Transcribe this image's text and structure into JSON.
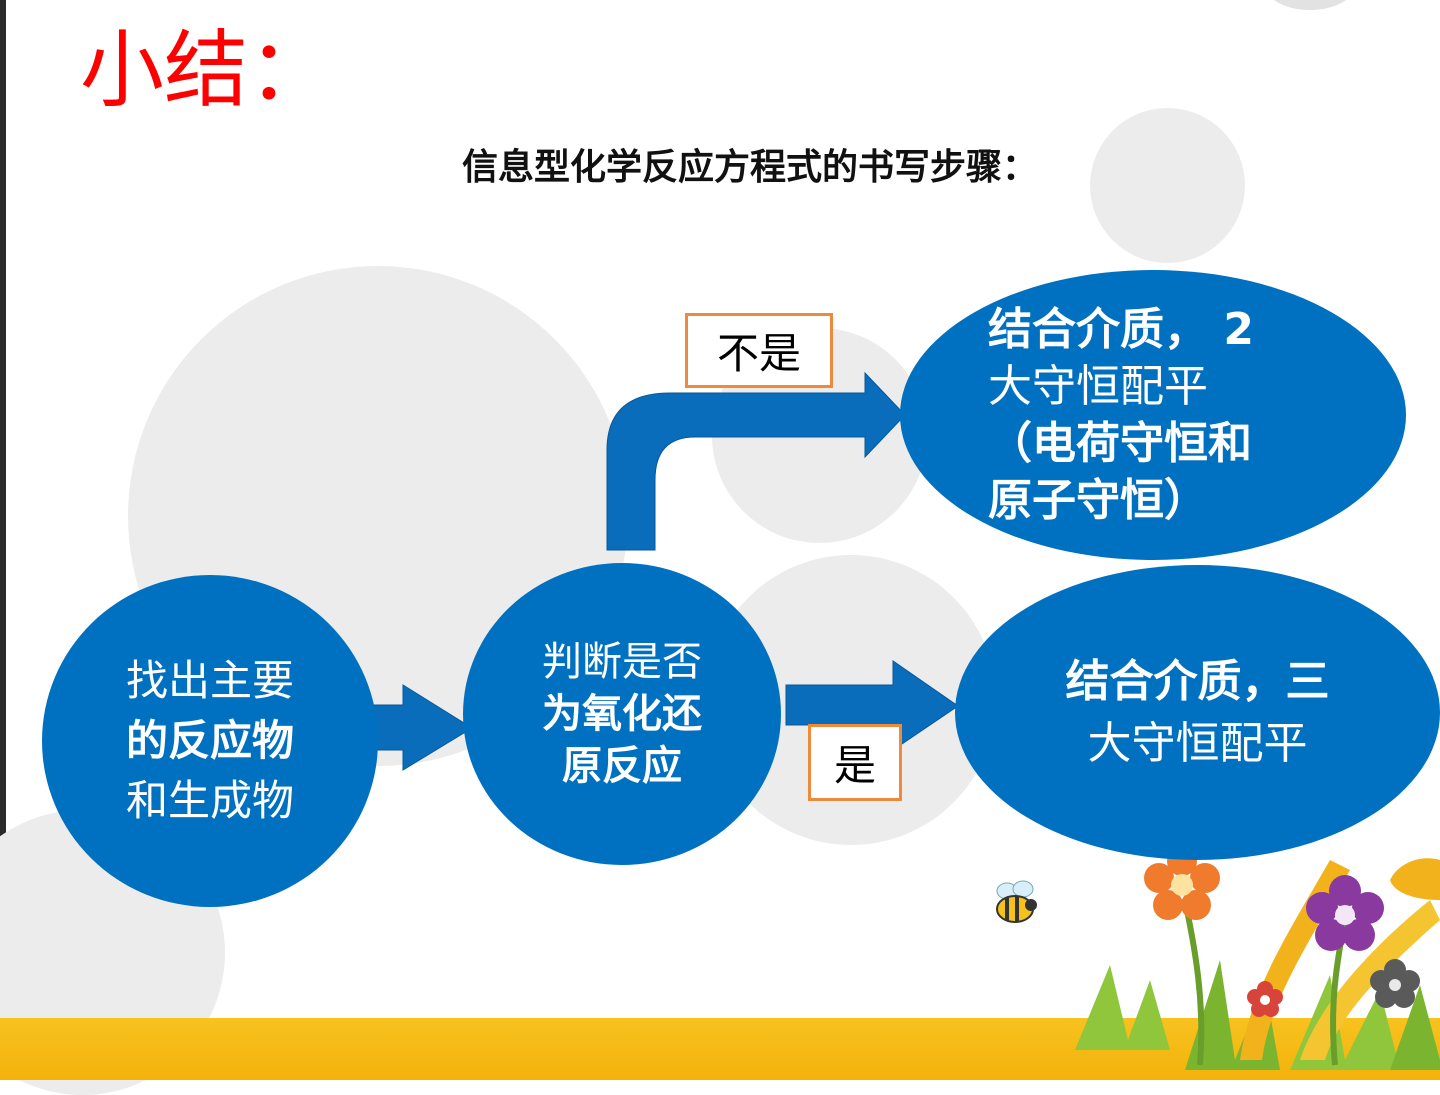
{
  "title": "小结：",
  "subtitle": "信息型化学反应方程式的书写步骤：",
  "nodes": {
    "step1": {
      "line1": "找出主要",
      "line2": "的反应物",
      "line3": "和生成物"
    },
    "step2": {
      "line1": "判断是否",
      "line2": "为氧化还",
      "line3": "原反应"
    },
    "branch_no": {
      "line1": "结合介质， 2",
      "line2": "大守恒配平",
      "line3": "（电荷守恒和",
      "line4": "原子守恒）"
    },
    "branch_yes": {
      "line1": "结合介质，三",
      "line2": "大守恒配平"
    }
  },
  "labels": {
    "no": "不是",
    "yes": "是"
  },
  "colors": {
    "title": "#ff0000",
    "node_fill": "#0071c0",
    "arrow_fill": "#0a6dbb",
    "label_border": "#ef8a3a",
    "band": "#f6bb14",
    "background_circle": "#ececec"
  }
}
